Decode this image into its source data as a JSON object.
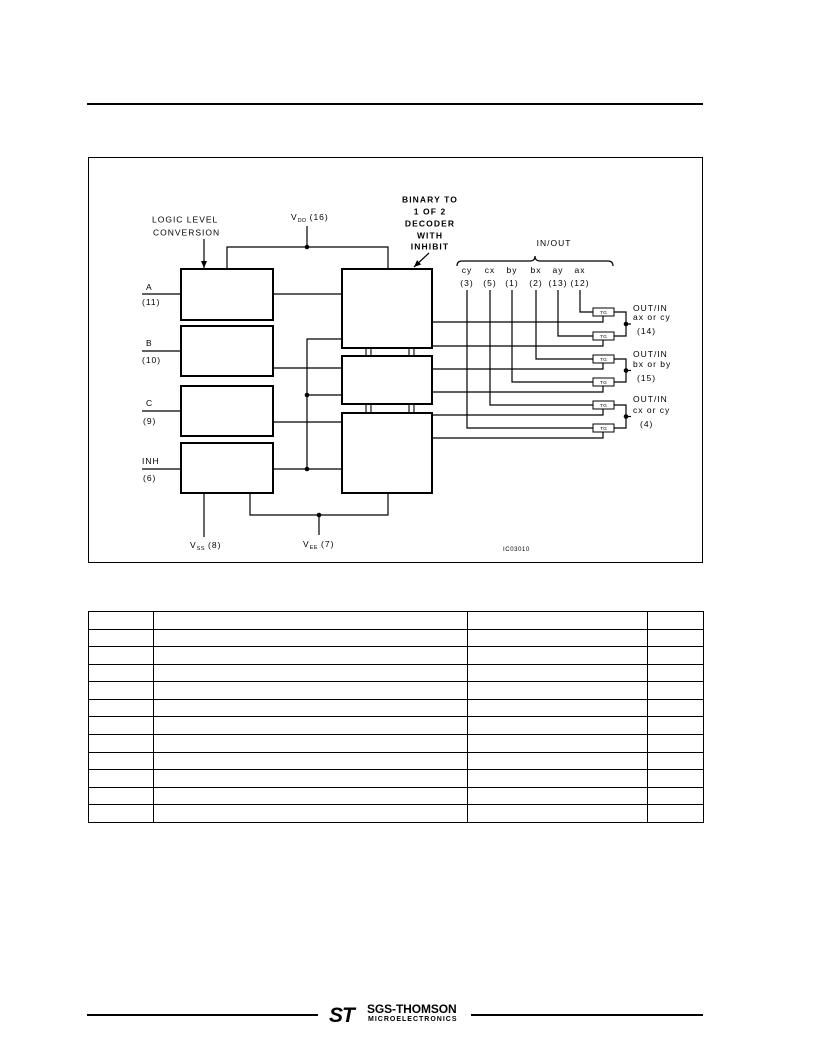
{
  "diagram": {
    "logic_level": {
      "line1": "LOGIC LEVEL",
      "line2": "CONVERSION"
    },
    "decoder": {
      "line1": "BINARY TO",
      "line2": "1 OF 2",
      "line3": "DECODER",
      "line4": "WITH",
      "line5": "INHIBIT"
    },
    "vdd": {
      "symbol": "V",
      "sub": "DD",
      "pin": "(16)"
    },
    "vss": {
      "symbol": "V",
      "sub": "SS",
      "pin": "(8)"
    },
    "vee": {
      "symbol": "V",
      "sub": "EE",
      "pin": "(7)"
    },
    "inputs": [
      {
        "name": "A",
        "pin": "(11)"
      },
      {
        "name": "B",
        "pin": "(10)"
      },
      {
        "name": "C",
        "pin": "(9)"
      },
      {
        "name": "INH",
        "pin": "(6)"
      }
    ],
    "in_out_label": "IN/OUT",
    "channels": [
      {
        "name": "cy",
        "pin": "(3)"
      },
      {
        "name": "cx",
        "pin": "(5)"
      },
      {
        "name": "by",
        "pin": "(1)"
      },
      {
        "name": "bx",
        "pin": "(2)"
      },
      {
        "name": "ay",
        "pin": "(13)"
      },
      {
        "name": "ax",
        "pin": "(12)"
      }
    ],
    "transmission_gate_label": "TG",
    "outputs": [
      {
        "title": "OUT/IN",
        "channels": "ax or cy",
        "pin": "(14)"
      },
      {
        "title": "OUT/IN",
        "channels": "bx or by",
        "pin": "(15)"
      },
      {
        "title": "OUT/IN",
        "channels": "cx or cy",
        "pin": "(4)"
      }
    ],
    "figure_code": "IC03010"
  },
  "table": {
    "rows": [
      [
        "",
        "",
        "",
        ""
      ],
      [
        "",
        "",
        "",
        ""
      ],
      [
        "",
        "",
        "",
        ""
      ],
      [
        "",
        "",
        "",
        ""
      ],
      [
        "",
        "",
        "",
        ""
      ],
      [
        "",
        "",
        "",
        ""
      ],
      [
        "",
        "",
        "",
        ""
      ],
      [
        "",
        "",
        "",
        ""
      ],
      [
        "",
        "",
        "",
        ""
      ],
      [
        "",
        "",
        "",
        ""
      ],
      [
        "",
        "",
        "",
        ""
      ],
      [
        "",
        "",
        "",
        ""
      ]
    ]
  },
  "footer": {
    "logo_text": "ST",
    "brand": "SGS-THOMSON",
    "division": "MICROELECTRONICS"
  }
}
